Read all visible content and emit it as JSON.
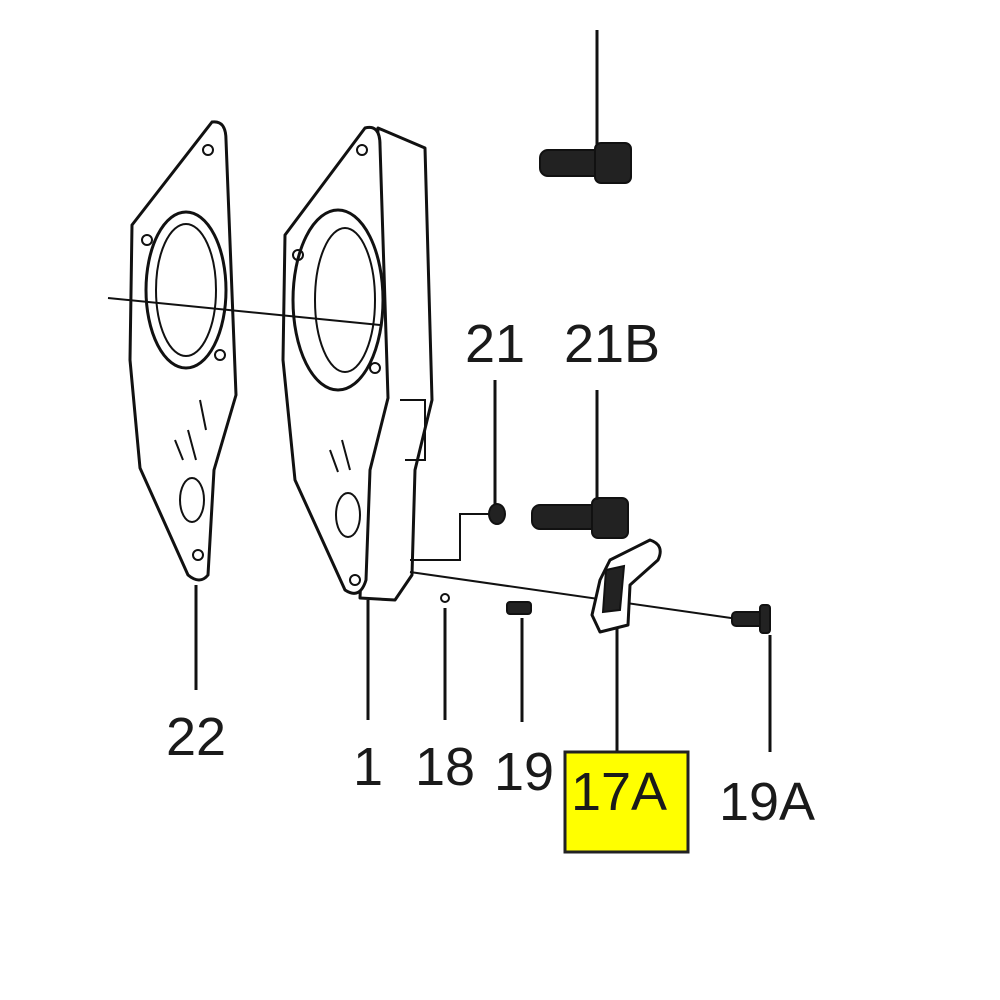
{
  "diagram": {
    "labels": {
      "gasket": "22",
      "body": "1",
      "ball": "18",
      "spring": "19",
      "lever": "17A",
      "screw": "19A",
      "oring": "21",
      "bolt": "21B"
    },
    "highlight": {
      "part": "17A",
      "color": "#ffff00",
      "border": "#222222"
    }
  }
}
